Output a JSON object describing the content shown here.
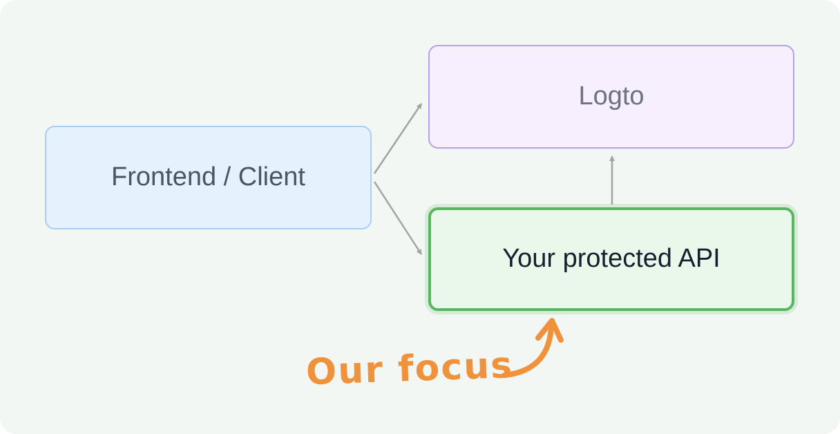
{
  "canvas": {
    "background_color": "#f2f7f3"
  },
  "nodes": {
    "frontend": {
      "label": "Frontend / Client",
      "background_color": "#e5f1fd",
      "border_color": "#a9cdf3",
      "text_color": "#4b5563"
    },
    "logto": {
      "label": "Logto",
      "background_color": "#f8effe",
      "border_color": "#b2a1ed",
      "text_color": "#6b7280"
    },
    "protected_api": {
      "label": "Your protected API",
      "background_color": "#eaf8eb",
      "border_color": "#57b75f",
      "text_color": "#15202e"
    }
  },
  "connectors": {
    "color": "#a3a3a3",
    "edges": [
      {
        "from": "frontend",
        "to": "logto"
      },
      {
        "from": "frontend",
        "to": "protected_api"
      },
      {
        "from": "protected_api",
        "to": "logto"
      }
    ]
  },
  "annotation": {
    "label": "Our focus",
    "color": "#f0913b",
    "points_to": "protected_api"
  }
}
